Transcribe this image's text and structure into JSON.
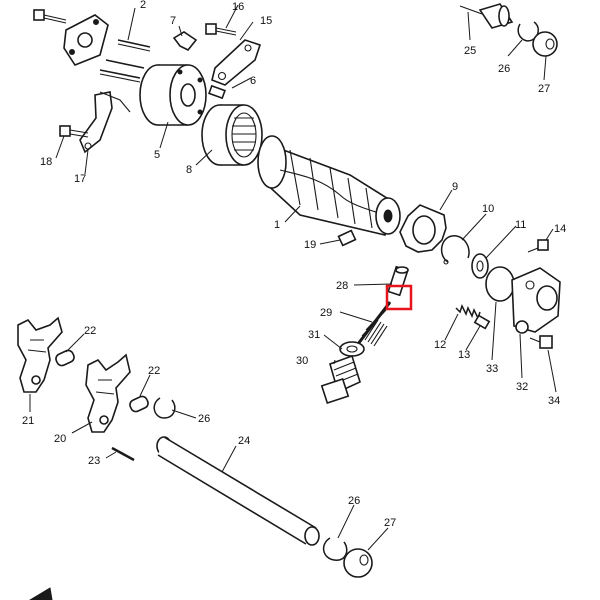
{
  "highlight_color": "#e8141b",
  "line_color": "#1a1a1a",
  "labels": {
    "l1": "1",
    "l2": "2",
    "l5": "5",
    "l6": "6",
    "l7": "7",
    "l8": "8",
    "l9": "9",
    "l10": "10",
    "l11": "11",
    "l12": "12",
    "l13": "13",
    "l14": "14",
    "l15": "15",
    "l16": "16",
    "l17": "17",
    "l18": "18",
    "l19": "19",
    "l20": "20",
    "l21": "21",
    "l22a": "22",
    "l22b": "22",
    "l23": "23",
    "l24": "24",
    "l25": "25",
    "l26a": "26",
    "l26b": "26",
    "l26c": "26",
    "l27a": "27",
    "l27b": "27",
    "l28": "28",
    "l29": "29",
    "l30": "30",
    "l31": "31",
    "l32": "32",
    "l33": "33",
    "l34": "34"
  }
}
